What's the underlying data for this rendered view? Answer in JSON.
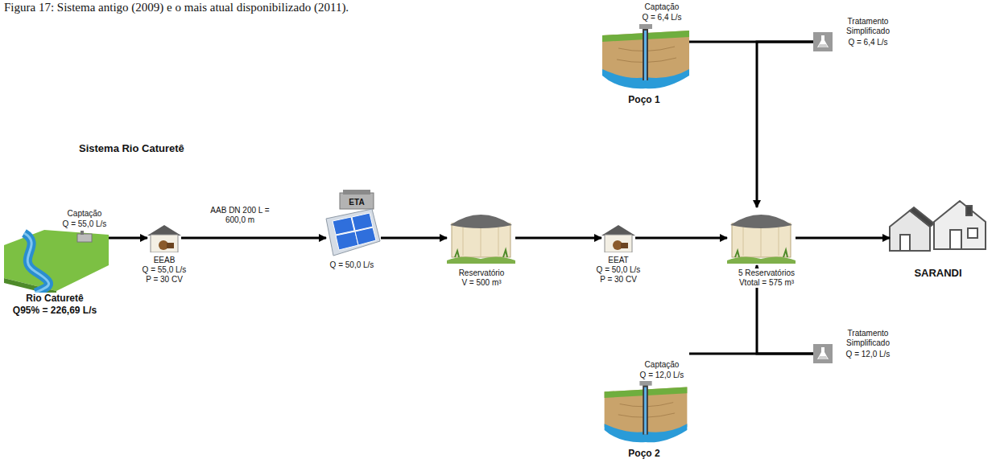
{
  "diagram": {
    "title": "Sistema Rio Caturetê",
    "caption": "Figura 17: Sistema antigo (2009) e o mais atual disponibilizado (2011).",
    "nodes": [
      {
        "text": [
          "Captação",
          "Q = 55,0 L/s",
          "Rio Caturetê",
          "Q95% = 226,69 L/s"
        ]
      },
      {
        "text": [
          "EEAB",
          "Q = 55,0 L/s",
          "P = 30 CV"
        ]
      },
      {
        "text": [
          "ETA",
          "Q = 50,0 L/s"
        ]
      },
      {
        "text": [
          "Reservatório",
          "V = 500 m³"
        ]
      },
      {
        "text": [
          "EEAT",
          "Q = 50,0 L/s",
          "P = 30 CV"
        ]
      },
      {
        "text": [
          "5 Reservatórios",
          "Vtotal = 575 m³"
        ]
      },
      {
        "text": [
          "SARANDI"
        ]
      },
      {
        "text": [
          "Captação",
          "Q = 6,4 L/s",
          "Poço 1"
        ]
      },
      {
        "text": [
          "Tratamento Simplificado",
          "Q = 6,4 L/s"
        ]
      },
      {
        "text": [
          "Captação",
          "Q = 12,0 L/s",
          "Poço 2"
        ]
      },
      {
        "text": [
          "Tratamento Simplificado",
          "Q = 12,0 L/s"
        ]
      }
    ],
    "edges": [
      {
        "from": 0,
        "to": 1,
        "arrow": "to"
      },
      {
        "from": 1,
        "to": 2,
        "arrow": "to",
        "label": "AAB DN 200 L = 600,0 m"
      },
      {
        "from": 2,
        "to": 3,
        "arrow": "to"
      },
      {
        "from": 3,
        "to": 4,
        "arrow": "to"
      },
      {
        "from": 4,
        "to": 5,
        "arrow": "to"
      },
      {
        "from": 5,
        "to": 6,
        "arrow": "to"
      },
      {
        "from": 7,
        "to": 8,
        "arrow": "none"
      },
      {
        "from": 8,
        "to": 5,
        "arrow": "to"
      },
      {
        "from": 9,
        "to": 10,
        "arrow": "none"
      },
      {
        "from": 10,
        "to": 5,
        "arrow": "to"
      }
    ]
  }
}
